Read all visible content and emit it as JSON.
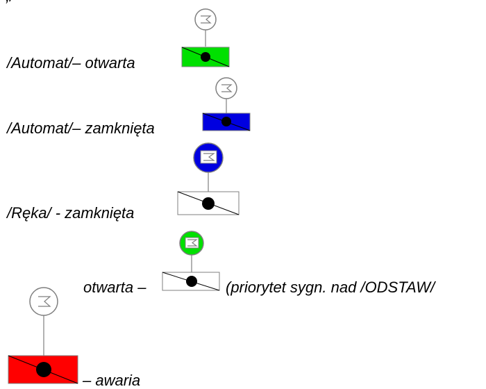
{
  "rows": [
    {
      "label": "/Automat/– otwarta",
      "box_color": "#00e000",
      "circle_fill": "#ffffff"
    },
    {
      "label": "/Automat/– zamknięta",
      "box_color": "#0000e0",
      "circle_fill": "#ffffff"
    },
    {
      "label": "/Ręka/ - zamknięta",
      "box_color": "#ffffff",
      "circle_fill": "#0000e0"
    },
    {
      "label_before": "otwarta –",
      "label_after": "(priorytet sygn. nad /ODSTAW/",
      "box_color": "#ffffff",
      "circle_fill": "#00e000"
    },
    {
      "label_after": "– awaria",
      "box_color": "#ff0000",
      "circle_fill": "#ffffff"
    }
  ],
  "symbol_stroke": "#7f7f7f",
  "icon": "actuator-symbol-icon"
}
